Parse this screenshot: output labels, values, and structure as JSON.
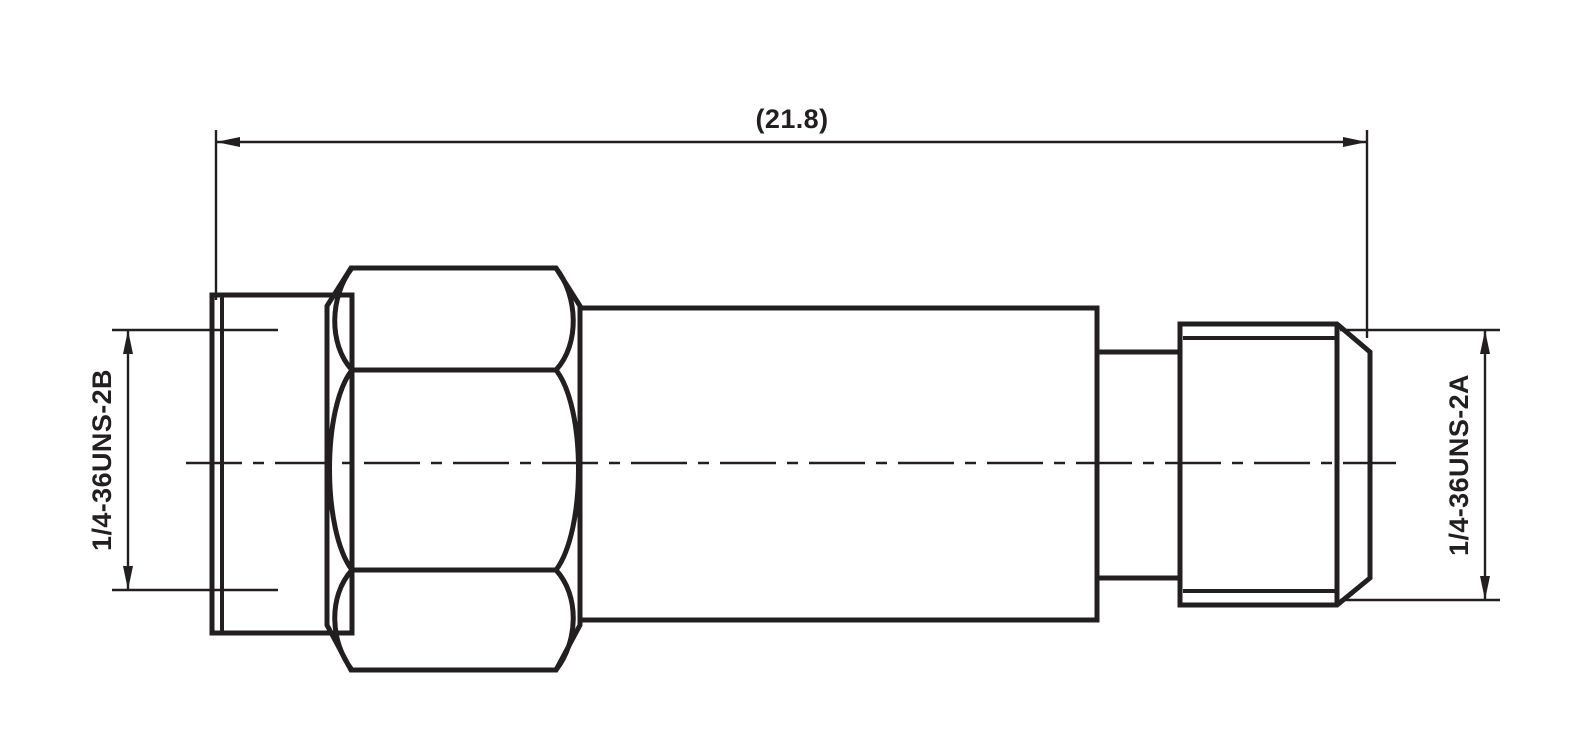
{
  "drawing": {
    "title": "SMA adapter connector outline drawing",
    "background_color": "#ffffff",
    "line_color": "#231f20",
    "dimensions": {
      "overall_length": {
        "label": "(21.8)",
        "orientation": "horizontal",
        "position": "top",
        "reference": true
      },
      "left_thread": {
        "label": "1/4-36UNS-2B",
        "orientation": "vertical",
        "position": "left",
        "class": "internal-thread-female"
      },
      "right_thread": {
        "label": "1/4-36UNS-2A",
        "orientation": "vertical",
        "position": "right",
        "class": "external-thread-male"
      }
    },
    "features": [
      {
        "name": "left-coupling-nut-barrel",
        "type": "cylinder"
      },
      {
        "name": "hex-nut",
        "type": "hexagon-flats",
        "flats": 3
      },
      {
        "name": "main-body",
        "type": "cylinder"
      },
      {
        "name": "step-shoulder",
        "type": "cylinder"
      },
      {
        "name": "right-threaded-nose",
        "type": "cylinder-chamfered"
      }
    ],
    "centerline": {
      "name": "axis-centerline",
      "style": "dash-dot"
    }
  }
}
